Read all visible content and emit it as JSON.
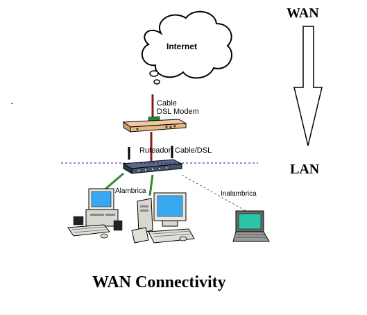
{
  "labels": {
    "internet": "Internet",
    "modem_line1": "Cable",
    "modem_line2": "DSL Modem",
    "router_left": "Ruteador",
    "router_right": "Cable/DSL",
    "wired": "Alambrica",
    "wireless": "Inalambrica",
    "wan": "WAN",
    "lan": "LAN",
    "title": "WAN Connectivity"
  },
  "colors": {
    "wan_link": "#8b1a1a",
    "wired_link": "#2e8b2e",
    "wireless_link": "#2e8b2e",
    "screen_blue": "#3aa8f0",
    "screen_teal": "#2ec4a8",
    "divider": "#1a1aa0"
  }
}
